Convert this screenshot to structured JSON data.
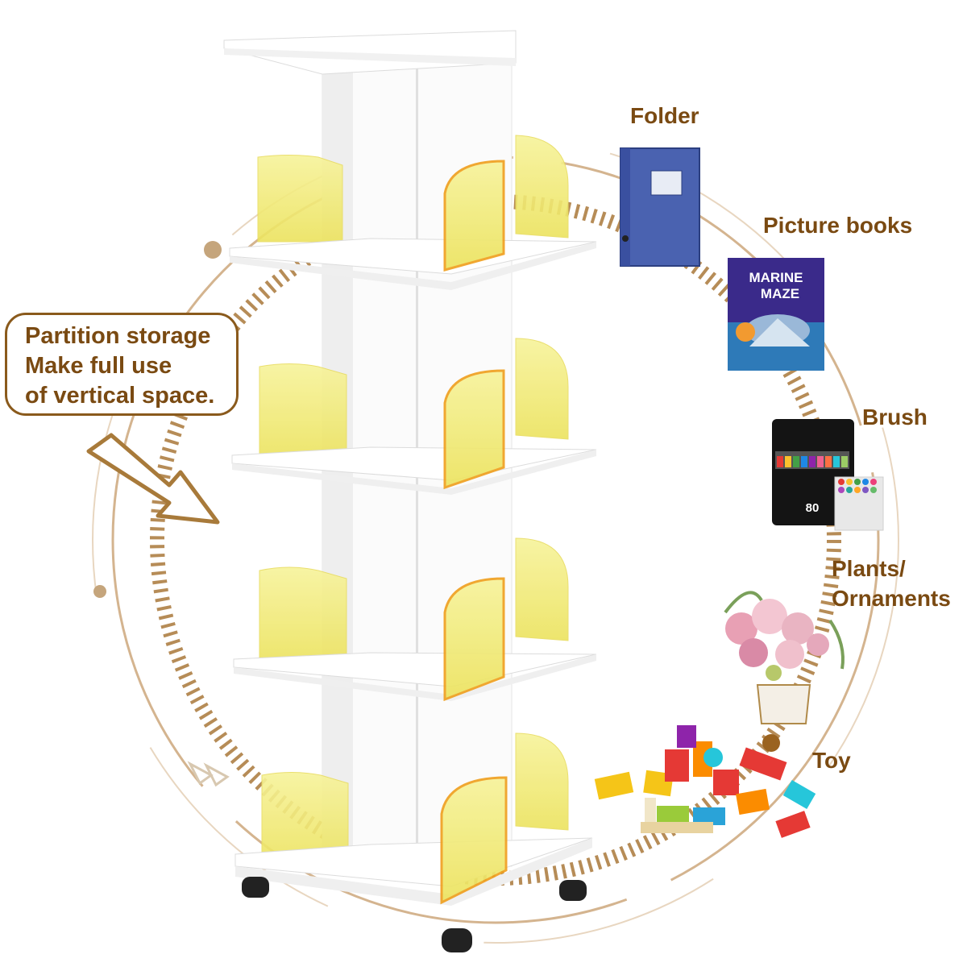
{
  "callout": {
    "lines": [
      "Partition storage",
      "Make full use",
      "of vertical space."
    ]
  },
  "items": {
    "folder": "Folder",
    "picture_books": "Picture books",
    "brush": "Brush",
    "plants_line1": "Plants/",
    "plants_line2": "Ornaments",
    "toy": "Toy"
  },
  "book_cover": {
    "line1": "MARINE",
    "line2": "MAZE"
  },
  "marker_box": {
    "count": "80"
  },
  "colors": {
    "label_brown": "#7a4a12",
    "panel_yellow": "#f3ef8a",
    "panel_edge_orange": "#f0a020",
    "shelf_white": "#ffffff",
    "folder_blue": "#4a62b0"
  }
}
